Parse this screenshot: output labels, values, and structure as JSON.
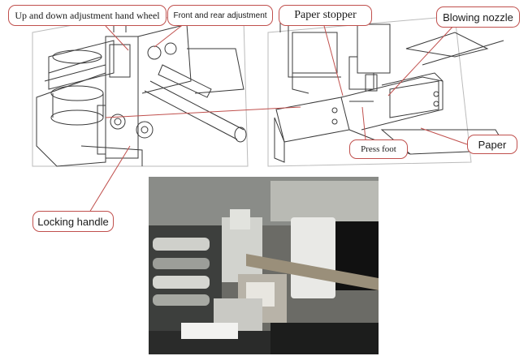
{
  "labels": {
    "hand_wheel": "Up and down adjustment hand wheel",
    "front_rear": "Front and rear adjustment",
    "paper_stopper": "Paper stopper",
    "blowing_nozzle": "Blowing nozzle",
    "press_foot": "Press foot",
    "paper": "Paper",
    "locking_handle": "Locking handle"
  },
  "colors": {
    "callout_border": "#c0504d",
    "leader_line": "#c0504d",
    "drawing_line": "#3a3a3a"
  }
}
